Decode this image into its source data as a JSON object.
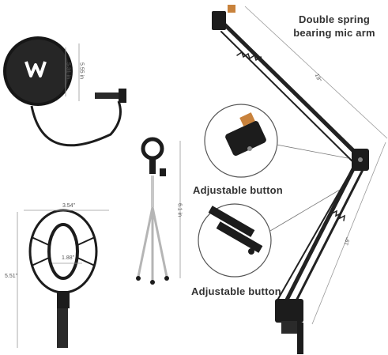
{
  "title_line1": "Double spring",
  "title_line2": "bearing mic arm",
  "callout_top": "Adjustable button",
  "callout_bottom": "Adjustable button",
  "pop_filter": {
    "height_outer": "5.55 in",
    "height_inner": "5.31 in"
  },
  "shock_mount": {
    "width": "3.54\"",
    "height": "5.51\"",
    "inner": "1.88\""
  },
  "stand_height": "6.1 in",
  "arm_upper": "19\"",
  "arm_lower": "19\"",
  "colors": {
    "metal_black": "#1c1c1c",
    "arm_black": "#222222",
    "dim_line": "#9a9a9a",
    "text": "#333333",
    "brass": "#c8823c"
  }
}
